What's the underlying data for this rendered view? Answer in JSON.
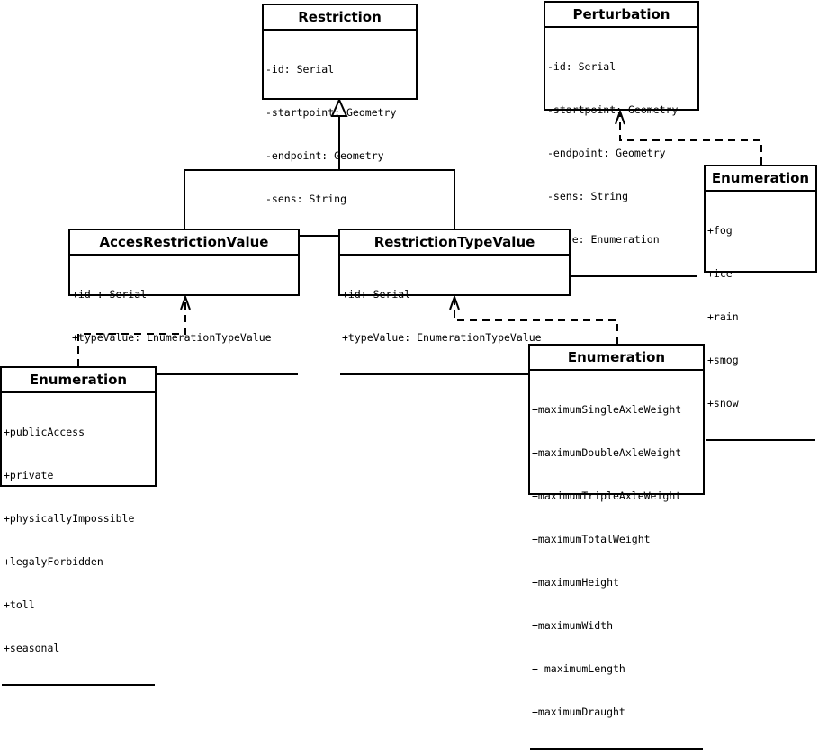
{
  "classes": {
    "restriction": {
      "name": "Restriction",
      "attributes": [
        "-id: Serial",
        "-startpoint: Geometry",
        "-endpoint: Geometry",
        "-sens: String"
      ]
    },
    "perturbation": {
      "name": "Perturbation",
      "attributes": [
        "-id: Serial",
        "-startpoint: Geometry",
        "-endpoint: Geometry",
        "-sens: String",
        "-type: Enumeration"
      ]
    },
    "acces_restriction_value": {
      "name": "AccesRestrictionValue",
      "attributes": [
        "+id : Serial",
        "+typeValue: EnumerationTypeValue"
      ]
    },
    "restriction_type_value": {
      "name": "RestrictionTypeValue",
      "attributes": [
        "+id: Serial",
        "+typeValue: EnumerationTypeValue"
      ]
    },
    "enum_weather": {
      "name": "Enumeration",
      "attributes": [
        "+fog",
        "+ice",
        "+rain",
        "+smog",
        "+snow"
      ]
    },
    "enum_access": {
      "name": "Enumeration",
      "attributes": [
        "+publicAccess",
        "+private",
        "+physicallyImpossible",
        "+legalyForbidden",
        "+toll",
        "+seasonal"
      ]
    },
    "enum_type": {
      "name": "Enumeration",
      "attributes": [
        "+maximumSingleAxleWeight",
        "+maximumDoubleAxleWeight",
        "+maximumTripleAxleWeight",
        "+maximumTotalWeight",
        "+maximumHeight",
        "+maximumWidth",
        "+ maximumLength",
        "+maximumDraught"
      ]
    }
  }
}
